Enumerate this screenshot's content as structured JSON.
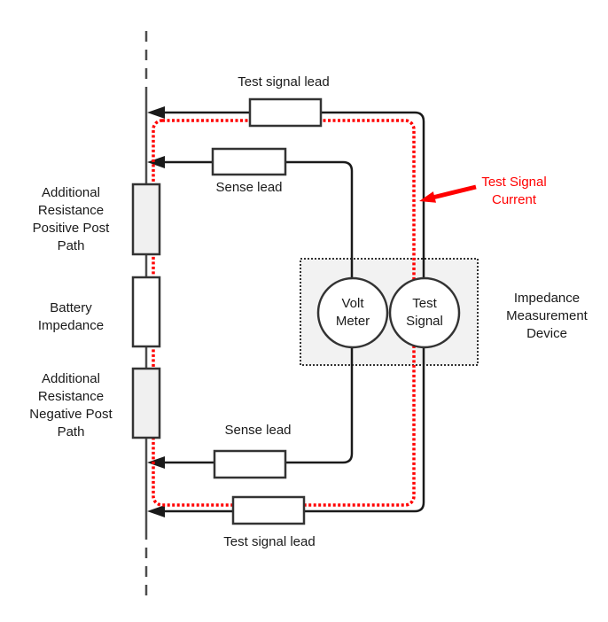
{
  "labels": {
    "test_signal_lead_top": "Test signal lead",
    "sense_lead_top": "Sense lead",
    "positive_post_path": [
      "Additional",
      "Resistance",
      "Positive Post",
      "Path"
    ],
    "battery_impedance": [
      "Battery",
      "Impedance"
    ],
    "negative_post_path": [
      "Additional",
      "Resistance",
      "Negative Post",
      "Path"
    ],
    "sense_lead_bottom": "Sense lead",
    "test_signal_lead_bottom": "Test signal lead",
    "volt_meter": [
      "Volt",
      "Meter"
    ],
    "test_signal": [
      "Test",
      "Signal"
    ],
    "impedance_measurement_device": [
      "Impedance",
      "Measurement",
      "Device"
    ],
    "test_signal_current": [
      "Test Signal",
      "Current"
    ]
  },
  "colors": {
    "wire": "#1a1a1a",
    "test_current_red": "#ff0000",
    "battery_post_line": "#4d4d4d",
    "resistor_fill_gray": "#f0f0f0",
    "resistor_fill_white": "#ffffff",
    "device_box_fill": "#f2f2f2",
    "shape_border": "#333333",
    "background": "#ffffff"
  }
}
